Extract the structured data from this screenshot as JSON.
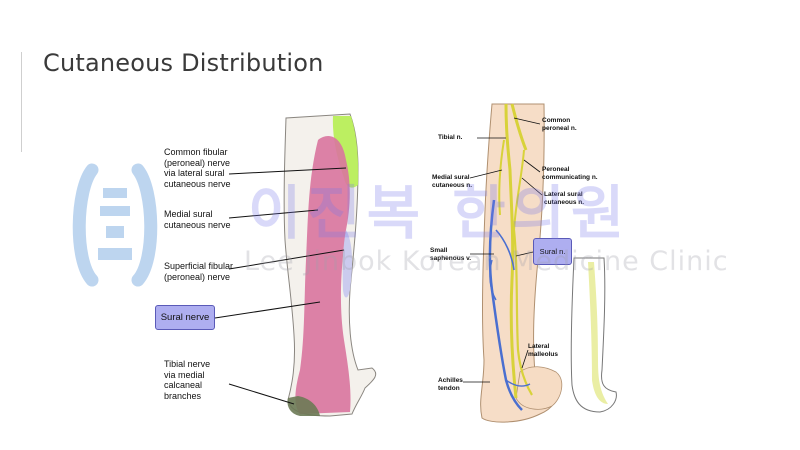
{
  "slide": {
    "title": "Cutaneous Distribution"
  },
  "left_figure": {
    "labels": [
      "Common fibular\n(peroneal) nerve\nvia lateral sural\ncutaneous nerve",
      "Medial sural\ncutaneous nerve",
      "Superficial fibular\n(peroneal) nerve",
      "Tibial nerve\nvia medial\ncalcaneal\nbranches"
    ],
    "highlight_box": "Sural nerve",
    "region_colors": {
      "lateral_sural": "#b8ee5a",
      "medial_sural": "#d9749f",
      "superficial_fibular": "#c8c8ee",
      "calcaneal": "#6b7a55"
    }
  },
  "right_figure": {
    "labels": [
      "Tibial n.",
      "Common\nperoneal n.",
      "Peroneal\ncommunicating n.",
      "Medial sural\ncutaneous n.",
      "Lateral sural\ncutaneous n.",
      "Small\nsaphenous v.",
      "Lateral\nmalleolus",
      "Achilles\ntendon"
    ],
    "highlight_box": "Sural n.",
    "nerve_color": "#d8d23a",
    "vein_color": "#4a6fd0"
  },
  "watermark": {
    "korean": "이진복 한의원",
    "english": "Lee Jinbok Korean Medicine Clinic"
  }
}
